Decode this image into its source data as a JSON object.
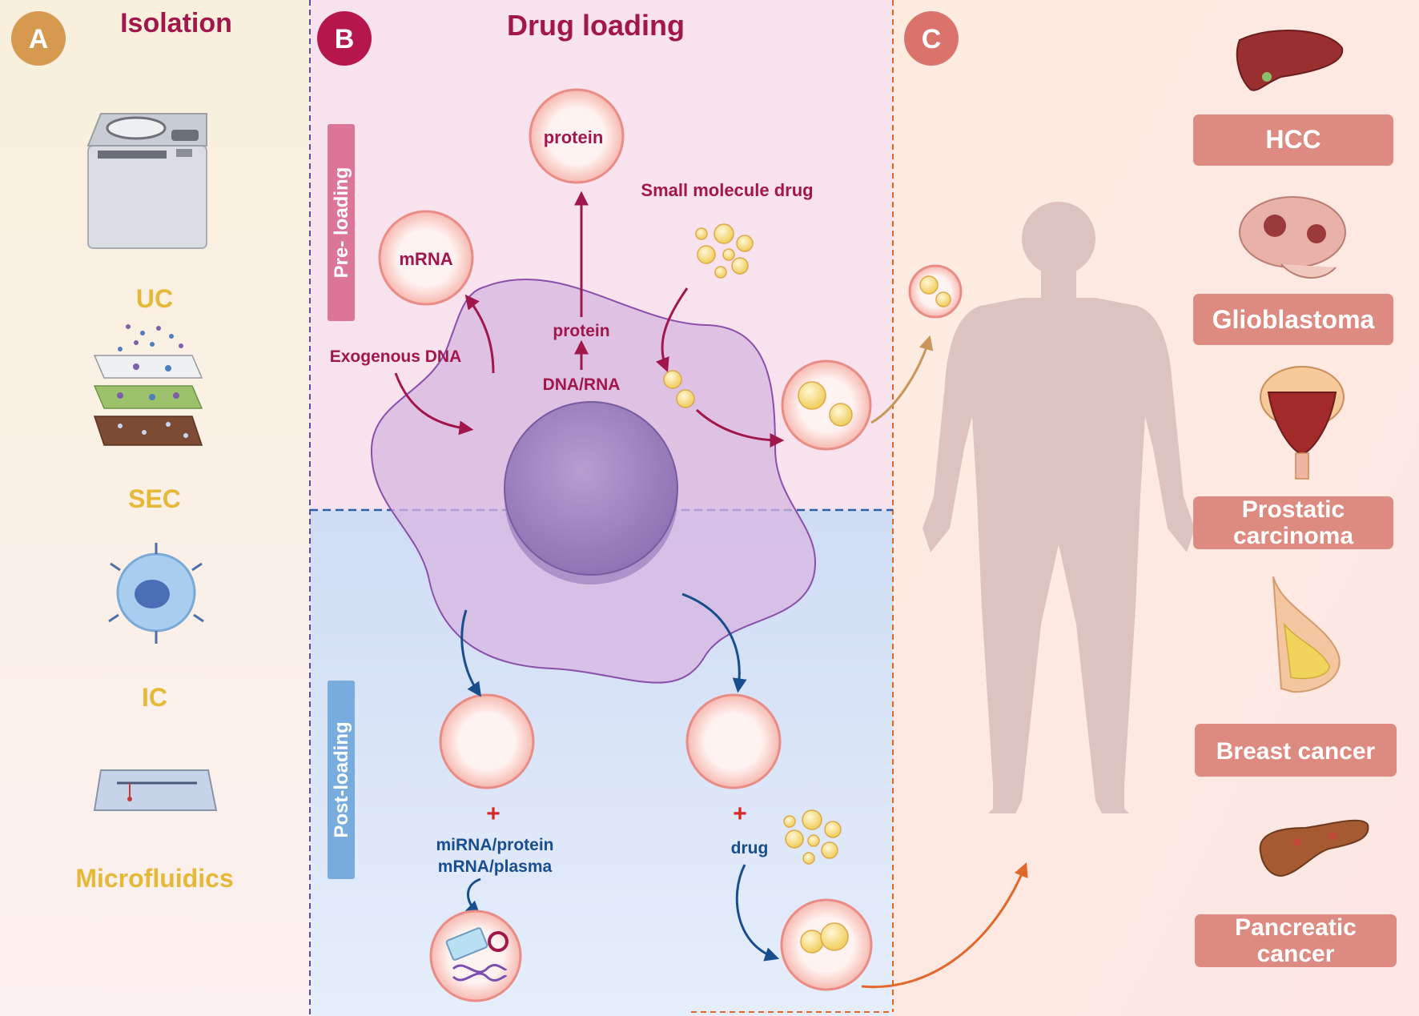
{
  "panel_a": {
    "badge": "A",
    "title": "Isolation",
    "methods": [
      "UC",
      "SEC",
      "IC",
      "Microfluidics"
    ]
  },
  "panel_b": {
    "badge": "B",
    "title": "Drug loading",
    "pre_loading_label": "Pre- loading",
    "post_loading_label": "Post-loading",
    "labels": {
      "protein_vesicle": "protein",
      "mrna_vesicle": "mRNA",
      "small_molecule_drug": "Small molecule drug",
      "exogenous_dna": "Exogenous DNA",
      "protein_in_cell": "protein",
      "dna_rna": "DNA/RNA",
      "plus_left": "+",
      "plus_right": "+",
      "mirna_protein": "miRNA/protein",
      "mrna_plasma": "mRNA/plasma",
      "drug": "drug"
    }
  },
  "panel_c": {
    "badge": "C",
    "diseases": [
      "HCC",
      "Glioblastoma",
      "Prostatic carcinoma",
      "Breast cancer",
      "Pancreatic cancer"
    ]
  },
  "colors": {
    "panel_a_bg": "#fbf6ea",
    "panel_b_top_bg": "#f8e2ee",
    "panel_b_bottom_bg": "#dbe5f7",
    "panel_c_bg": "#fde9df",
    "badge_a": "#d69950",
    "badge_b": "#b5174d",
    "badge_c": "#d9736b",
    "pre_loading_bar": "#dc7597",
    "post_loading_bar": "#79acde",
    "crimson_text": "#a2174b",
    "blue_text": "#184e8e",
    "method_text": "#e5b838",
    "disease_box": "#dd8a80",
    "body_silhouette": "#ddc3c0",
    "cell_fill": "#d7b6e0",
    "nucleus_fill": "#a68ac3"
  }
}
